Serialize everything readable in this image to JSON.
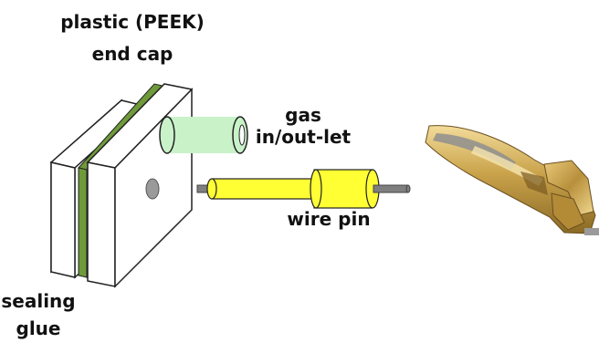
{
  "labels": {
    "end_cap_line1": "plastic (PEEK)",
    "end_cap_line2": "end cap",
    "gas_line1": "gas",
    "gas_line2": "in/out-let",
    "wire_pin": "wire pin",
    "glue_line1": "sealing",
    "glue_line2": "glue"
  },
  "colors": {
    "end_cap": "#ffffff",
    "sealing_glue": "#6f9a3a",
    "gas_tube": "#c9f2c9",
    "wire_pin": "#ffff33",
    "wire": "#7f7f7f",
    "crimp_contact": "#c9a24a"
  }
}
